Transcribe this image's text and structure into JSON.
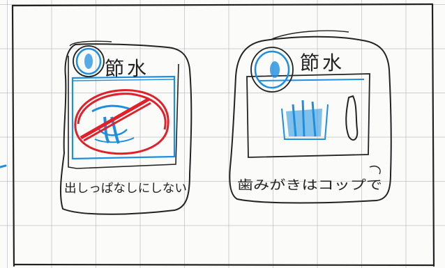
{
  "panels": [
    {
      "title": "節水",
      "caption": "出しっぱなしにしない",
      "icon": "crossed-out-running-faucet"
    },
    {
      "title": "節水",
      "caption": "歯みがきはコップで",
      "icon": "cup-of-water"
    }
  ],
  "colors": {
    "pencil": "#222222",
    "water_blue": "#1e8fe0",
    "prohibit_red": "#e0202a"
  }
}
